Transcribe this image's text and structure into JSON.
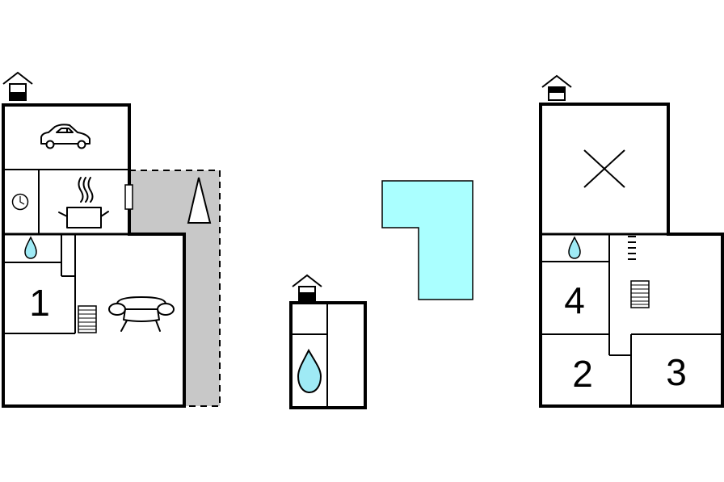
{
  "colors": {
    "wall": "#000000",
    "terrace": "#c8c8c8",
    "pool": "#aaffff",
    "water_drop": "#9feaf5",
    "background": "#ffffff"
  },
  "floor_plans": [
    {
      "plan": "main-house-left",
      "rooms": [
        {
          "kind": "garage",
          "icon": "car-icon"
        },
        {
          "kind": "clock",
          "icon": "clock-icon"
        },
        {
          "kind": "kitchen",
          "icon": "cooking-pot-icon"
        },
        {
          "kind": "bathroom",
          "icon": "water-drop-icon"
        },
        {
          "kind": "bedroom",
          "label": "1"
        },
        {
          "kind": "living-room",
          "icon": "sofa-icon"
        },
        {
          "kind": "terrace",
          "icon": "parasol-icon"
        }
      ]
    },
    {
      "plan": "annex-middle",
      "rooms": [
        {
          "kind": "sauna-or-bath",
          "icon": "water-drop-icon"
        }
      ]
    },
    {
      "plan": "pool",
      "rooms": [
        {
          "kind": "pool"
        }
      ]
    },
    {
      "plan": "upper-floor-right",
      "rooms": [
        {
          "kind": "open-to-below",
          "icon": "cross-icon"
        },
        {
          "kind": "bathroom",
          "icon": "water-drop-icon"
        },
        {
          "kind": "bedroom",
          "label": "4"
        },
        {
          "kind": "bedroom",
          "label": "2"
        },
        {
          "kind": "bedroom",
          "label": "3"
        }
      ]
    }
  ],
  "labels": {
    "room_1": "1",
    "room_2": "2",
    "room_3": "3",
    "room_4": "4"
  }
}
